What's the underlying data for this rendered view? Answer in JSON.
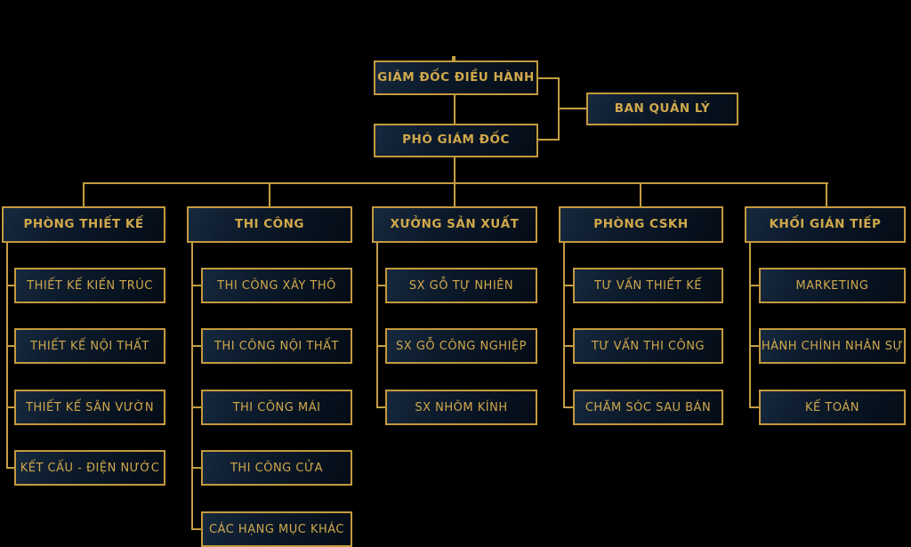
{
  "org_chart": {
    "executive_director": {
      "label": "GIÁM ĐỐC ĐIỀU HÀNH"
    },
    "management_board": {
      "label": "BAN QUẢN LÝ"
    },
    "deputy_director": {
      "label": "PHÓ GIÁM ĐỐC"
    },
    "departments": [
      {
        "header": "PHÒNG THIẾT KẾ",
        "children": [
          "THIẾT KẾ KIẾN TRÚC",
          "THIẾT KẾ NỘI THẤT",
          "THIẾT KẾ SÂN VƯỜN",
          "KẾT CẤU - ĐIỆN NƯỚC"
        ]
      },
      {
        "header": "THI CÔNG",
        "children": [
          "THI CÔNG XÂY THÔ",
          "THI CÔNG NỘI THẤT",
          "THI CÔNG MÁI",
          "THI CÔNG CỬA",
          "CÁC HẠNG MỤC KHÁC"
        ]
      },
      {
        "header": "XƯỞNG SẢN XUẤT",
        "children": [
          "SX GỖ TỰ NHIÊN",
          "SX GỖ CÔNG NGHIỆP",
          "SX NHÔM KÍNH"
        ]
      },
      {
        "header": "PHÒNG CSKH",
        "children": [
          "TƯ VẤN THIẾT KẾ",
          "TƯ VẤN THI CÔNG",
          "CHĂM SÓC SAU BÁN"
        ]
      },
      {
        "header": "KHỐI GIÁN TIẾP",
        "children": [
          "MARKETING",
          "HÀNH CHÍNH NHÂN SỰ",
          "KẾ TOÁN"
        ]
      }
    ],
    "colors": {
      "background": "#000000",
      "box_fill_light": "#16293e",
      "box_fill_dark": "#040c16",
      "gold_border": "#c49a3e",
      "gold_text": "#d0a84c",
      "connector_line": "#c59d44"
    }
  }
}
